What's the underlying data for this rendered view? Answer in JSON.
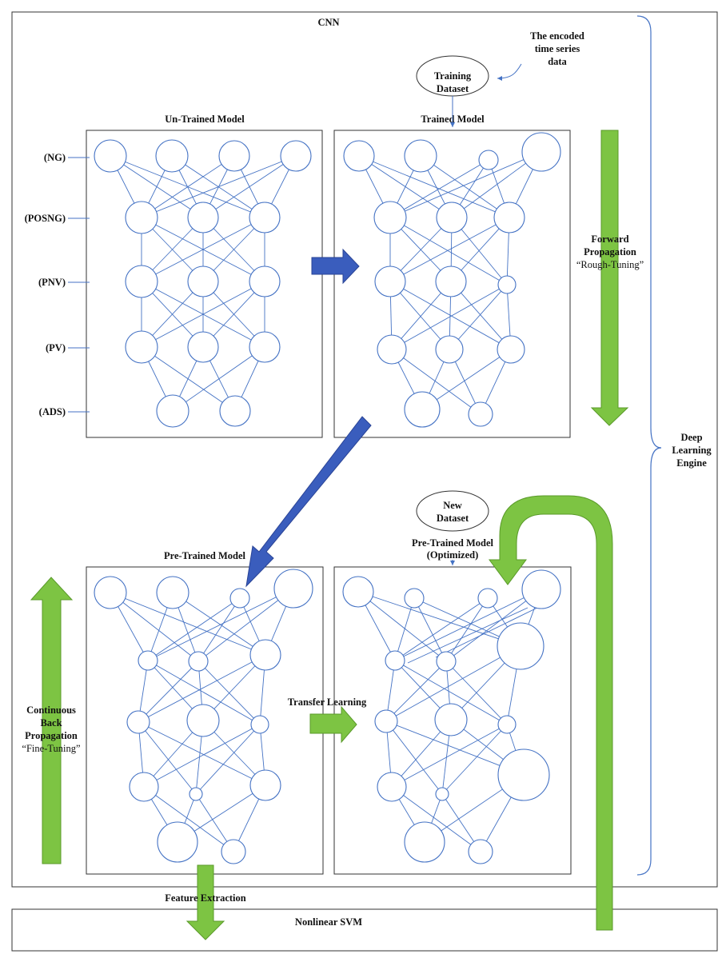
{
  "colors": {
    "line": "#4472c4",
    "blue_arrow": "#3a5dbd",
    "green_arrow": "#7dc443",
    "green_outline": "#5a9a2a",
    "box": "#333333"
  },
  "labels": {
    "cnn": "CNN",
    "encoded_data": [
      "The encoded",
      "time series",
      "data"
    ],
    "training_dataset": [
      "Training",
      "Dataset"
    ],
    "untrained_title": "Un-Trained Model",
    "trained_title": "Trained Model",
    "pretrained_title": "Pre-Trained Model",
    "optimized_title": [
      "Pre-Trained Model",
      "(Optimized)"
    ],
    "new_dataset": [
      "New",
      "Dataset"
    ],
    "forward_prop": [
      "Forward",
      "Propagation",
      "“Rough-Tuning”"
    ],
    "back_prop": [
      "Continuous",
      "Back",
      "Propagation",
      "“Fine-Tuning”"
    ],
    "transfer_learning": "Transfer Learning",
    "deep_learning": [
      "Deep",
      "Learning",
      "Engine"
    ],
    "feature_extraction": "Feature Extraction",
    "nonlinear_svm": "Nonlinear SVM"
  },
  "layers": [
    "(NG)",
    "(POSNG)",
    "(PNV)",
    "(PV)",
    "(ADS)"
  ],
  "icons": [
    "blue-arrow-right-icon",
    "blue-arrow-diagonal-icon",
    "green-arrow-down-icon",
    "green-arrow-up-icon",
    "green-arrow-right-icon",
    "green-hook-arrow-icon",
    "curly-brace-icon"
  ]
}
